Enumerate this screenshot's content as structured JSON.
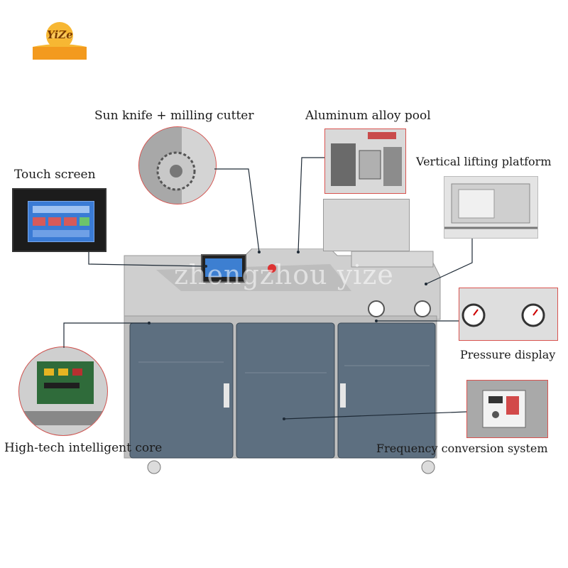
{
  "brand": {
    "logo_text": "YiZe"
  },
  "watermark": "zhengzhou yize",
  "callouts": {
    "sun_knife": "Sun knife + milling cutter",
    "aluminum_pool": "Aluminum alloy pool",
    "touch_screen": "Touch screen",
    "vertical_platform": "Vertical lifting platform",
    "pressure_display": "Pressure display",
    "intelligent_core": "High-tech intelligent core",
    "frequency_system": "Frequency conversion system"
  },
  "colors": {
    "logo_orange": "#f39a1e",
    "cabinet_blue": "#5d6f80",
    "machine_gray": "#c9c9c9",
    "callout_line": "#1e2a36",
    "inset_border": "#d9534f"
  }
}
